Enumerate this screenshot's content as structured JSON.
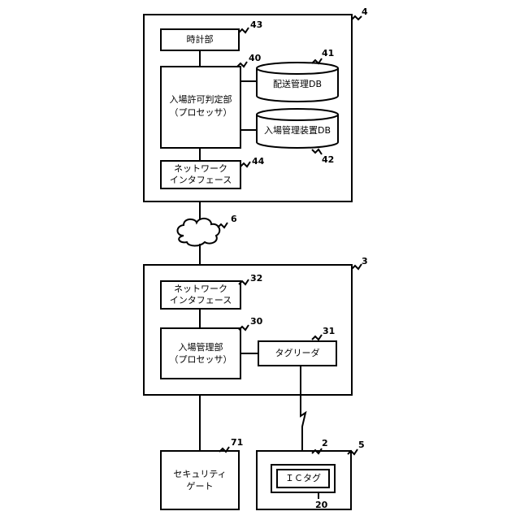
{
  "server": {
    "ref": "4",
    "clock": {
      "label": "時計部",
      "ref": "43"
    },
    "processor": {
      "line1": "入場許可判定部",
      "line2": "（プロセッサ）",
      "ref": "40"
    },
    "db_delivery": {
      "label": "配送管理DB",
      "ref": "41"
    },
    "db_entry": {
      "label": "入場管理装置DB",
      "ref": "42"
    },
    "network_if": {
      "line1": "ネットワーク",
      "line2": "インタフェース",
      "ref": "44"
    }
  },
  "network": {
    "ref": "6"
  },
  "device": {
    "ref": "3",
    "network_if": {
      "line1": "ネットワーク",
      "line2": "インタフェース",
      "ref": "32"
    },
    "processor": {
      "line1": "入場管理部",
      "line2": "（プロセッサ）",
      "ref": "30"
    },
    "tag_reader": {
      "label": "タグリーダ",
      "ref": "31"
    }
  },
  "gate": {
    "line1": "セキュリティ",
    "line2": "ゲート",
    "ref": "71"
  },
  "package": {
    "ref": "5",
    "ic_tag": {
      "label": "ＩＣタグ",
      "ref": "2",
      "ref_bottom": "20"
    }
  }
}
